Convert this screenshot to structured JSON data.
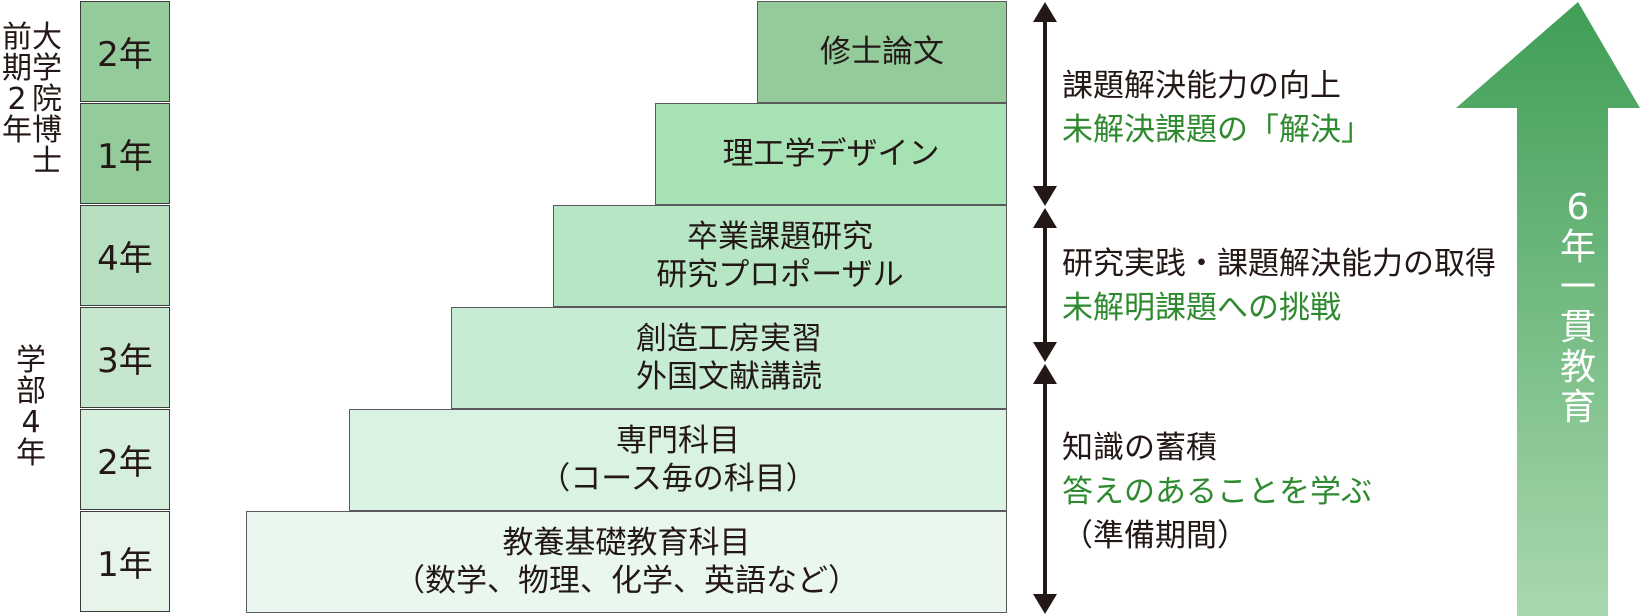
{
  "left_labels": {
    "grad": [
      "前期2年",
      "大学院博士"
    ],
    "undergrad": "学部4年"
  },
  "years": [
    "2年",
    "1年",
    "4年",
    "3年",
    "2年",
    "1年"
  ],
  "steps": [
    {
      "lines": [
        "修士論文"
      ]
    },
    {
      "lines": [
        "理工学デザイン"
      ]
    },
    {
      "lines": [
        "卒業課題研究",
        "研究プロポーザル"
      ]
    },
    {
      "lines": [
        "創造工房実習",
        "外国文献講読"
      ]
    },
    {
      "lines": [
        "専門科目",
        "（コース毎の科目）"
      ]
    },
    {
      "lines": [
        "教養基礎教育科目",
        "（数学、物理、化学、英語など）"
      ]
    }
  ],
  "descriptions": [
    {
      "black": [
        "課題解決能力の向上"
      ],
      "green": [
        "未解決課題の「解決」"
      ]
    },
    {
      "black": [
        "研究実践・課題解決能力の取得"
      ],
      "green": [
        "未解明課題への挑戦"
      ]
    },
    {
      "black": [
        "知識の蓄積"
      ],
      "green": [
        "答えのあることを学ぶ"
      ],
      "black_after": [
        "（準備期間）"
      ]
    }
  ],
  "big_arrow_label": "6年一貫教育",
  "colors": {
    "step_fills": [
      "#93cb9b",
      "#a6e2b3",
      "#b6e6c4",
      "#c7ecd4",
      "#d9f2e2",
      "#eaf7ee"
    ],
    "year_fills": [
      "#93cb9b",
      "#93cb9b",
      "#b6dfbf",
      "#c7e6ce",
      "#d6eedc",
      "#e6f4ea"
    ],
    "green_text": "#2e8a2f",
    "arrow_top": "#3f9e55",
    "arrow_bottom": "#a9d8b0"
  }
}
